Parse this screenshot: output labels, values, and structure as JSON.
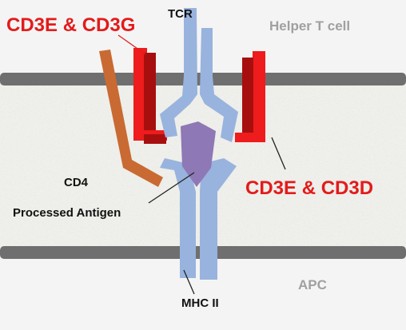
{
  "labels": {
    "tcr": "TCR",
    "cd3e_cd3g": "CD3E & CD3G",
    "helper_t_cell": "Helper T cell",
    "cd4": "CD4",
    "processed_antigen": "Processed Antigen",
    "cd3e_cd3d": "CD3E & CD3D",
    "apc": "APC",
    "mhc_ii": "MHC II"
  },
  "colors": {
    "membrane": "#6f6f6f",
    "cytoplasm": "#f4f4f4",
    "interface": "#efefeb",
    "receptor_blue": "#98b3dd",
    "cd3_red": "#ee1c1c",
    "cd3_dark_red": "#a70f0f",
    "cd4_orange": "#c96a33",
    "antigen_purple": "#8e78b5",
    "red_label": "#e31b1b",
    "gray_label": "#a0a0a0"
  }
}
